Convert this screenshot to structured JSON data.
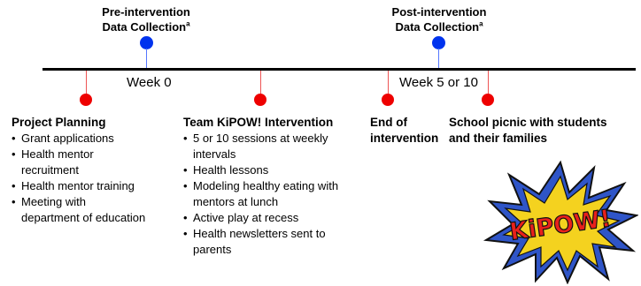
{
  "timeline": {
    "week_start": "Week 0",
    "week_end": "Week 5 or 10"
  },
  "collections": {
    "pre": {
      "line1": "Pre-intervention",
      "line2": "Data Collection",
      "superscript": "a"
    },
    "post": {
      "line1": "Post-intervention",
      "line2": "Data Collection",
      "superscript": "a"
    }
  },
  "phases": {
    "planning": {
      "heading": "Project Planning",
      "items": [
        "Grant applications",
        "Health mentor",
        "recruitment",
        "Health mentor training",
        "Meeting with",
        "department of education"
      ]
    },
    "intervention": {
      "heading": "Team KiPOW! Intervention",
      "items": [
        "5 or 10 sessions at weekly",
        "intervals",
        "Health lessons",
        "Modeling healthy eating with",
        "mentors at lunch",
        "Active play at recess",
        "Health newsletters sent to",
        "parents"
      ]
    },
    "end": {
      "heading_line1": "End of",
      "heading_line2": "intervention"
    },
    "picnic": {
      "heading_line1": "School picnic with students",
      "heading_line2": "and their families"
    }
  },
  "logo": {
    "text": "KiPOW!"
  },
  "colors": {
    "red_marker": "#ee0000",
    "blue_marker": "#0033ee",
    "logo_blue": "#2f55c8",
    "logo_yellow": "#f4d21f",
    "logo_red": "#e8211b"
  }
}
